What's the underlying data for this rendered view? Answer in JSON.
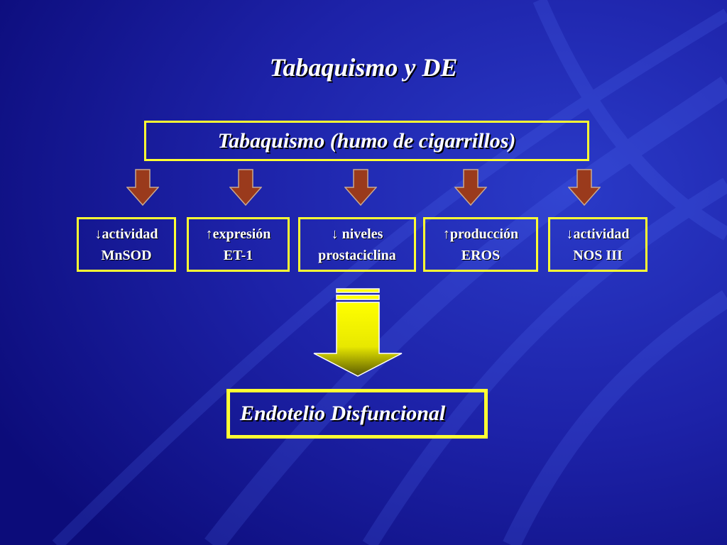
{
  "title": "Tabaquismo y DE",
  "source": "Tabaquismo (humo de cigarrillos)",
  "effects": [
    {
      "line1": "↓actividad",
      "line2": "MnSOD"
    },
    {
      "line1": "↑expresión",
      "line2": "ET-1"
    },
    {
      "line1": "↓ niveles",
      "line2": "prostaciclina"
    },
    {
      "line1": "↑producción",
      "line2": "EROS"
    },
    {
      "line1": "↓actividad",
      "line2": "NOS III"
    }
  ],
  "result": "Endotelio Disfuncional",
  "colors": {
    "background": "#1a1a9c",
    "box_border": "#ffff33",
    "small_arrow_fill": "#9a3a1c",
    "big_arrow_fill": "#ffff00",
    "text": "#ffffff"
  }
}
